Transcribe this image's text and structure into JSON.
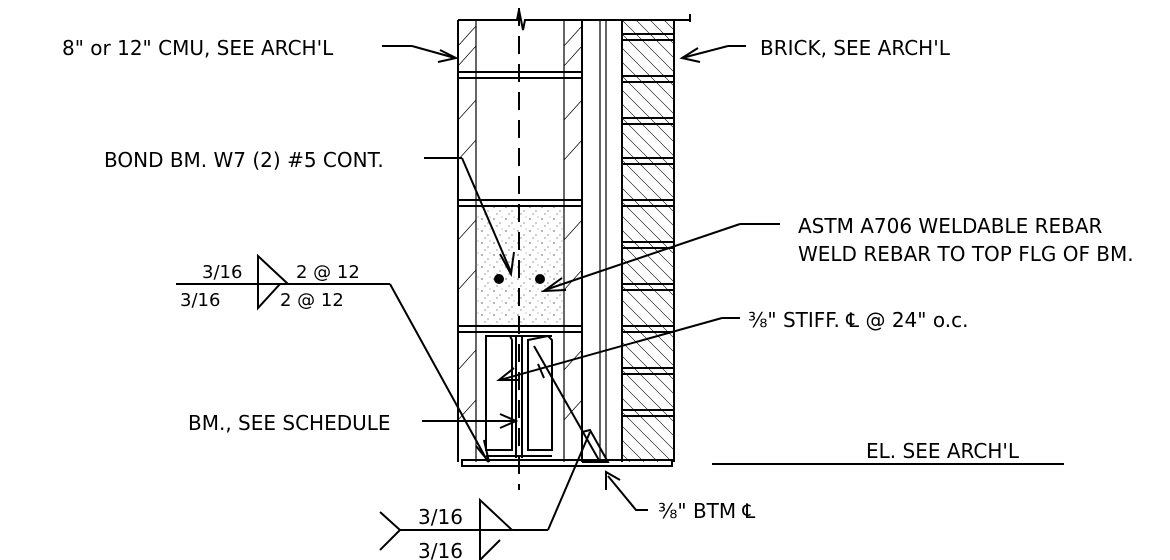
{
  "labels": {
    "cmu": "8\" or 12\" CMU, SEE ARCH'L",
    "brick": "BRICK, SEE ARCH'L",
    "bond_beam": "BOND BM. W7 (2) #5 CONT.",
    "rebar_line1": "ASTM A706 WELDABLE REBAR",
    "rebar_line2": "WELD REBAR TO TOP FLG OF BM.",
    "stiffener": "⅜\" STIFF. ℄ @ 24\" o.c.",
    "beam": "BM., SEE SCHEDULE",
    "elevation": "EL. SEE ARCH'L",
    "bottom_plate": "⅜\" BTM ℄"
  },
  "weld_top": {
    "upper_size": "3/16",
    "upper_spec": "2 @ 12",
    "lower_size": "3/16",
    "lower_spec": "2 @ 12"
  },
  "weld_bottom": {
    "upper_size": "3/16",
    "lower_size": "3/16"
  }
}
